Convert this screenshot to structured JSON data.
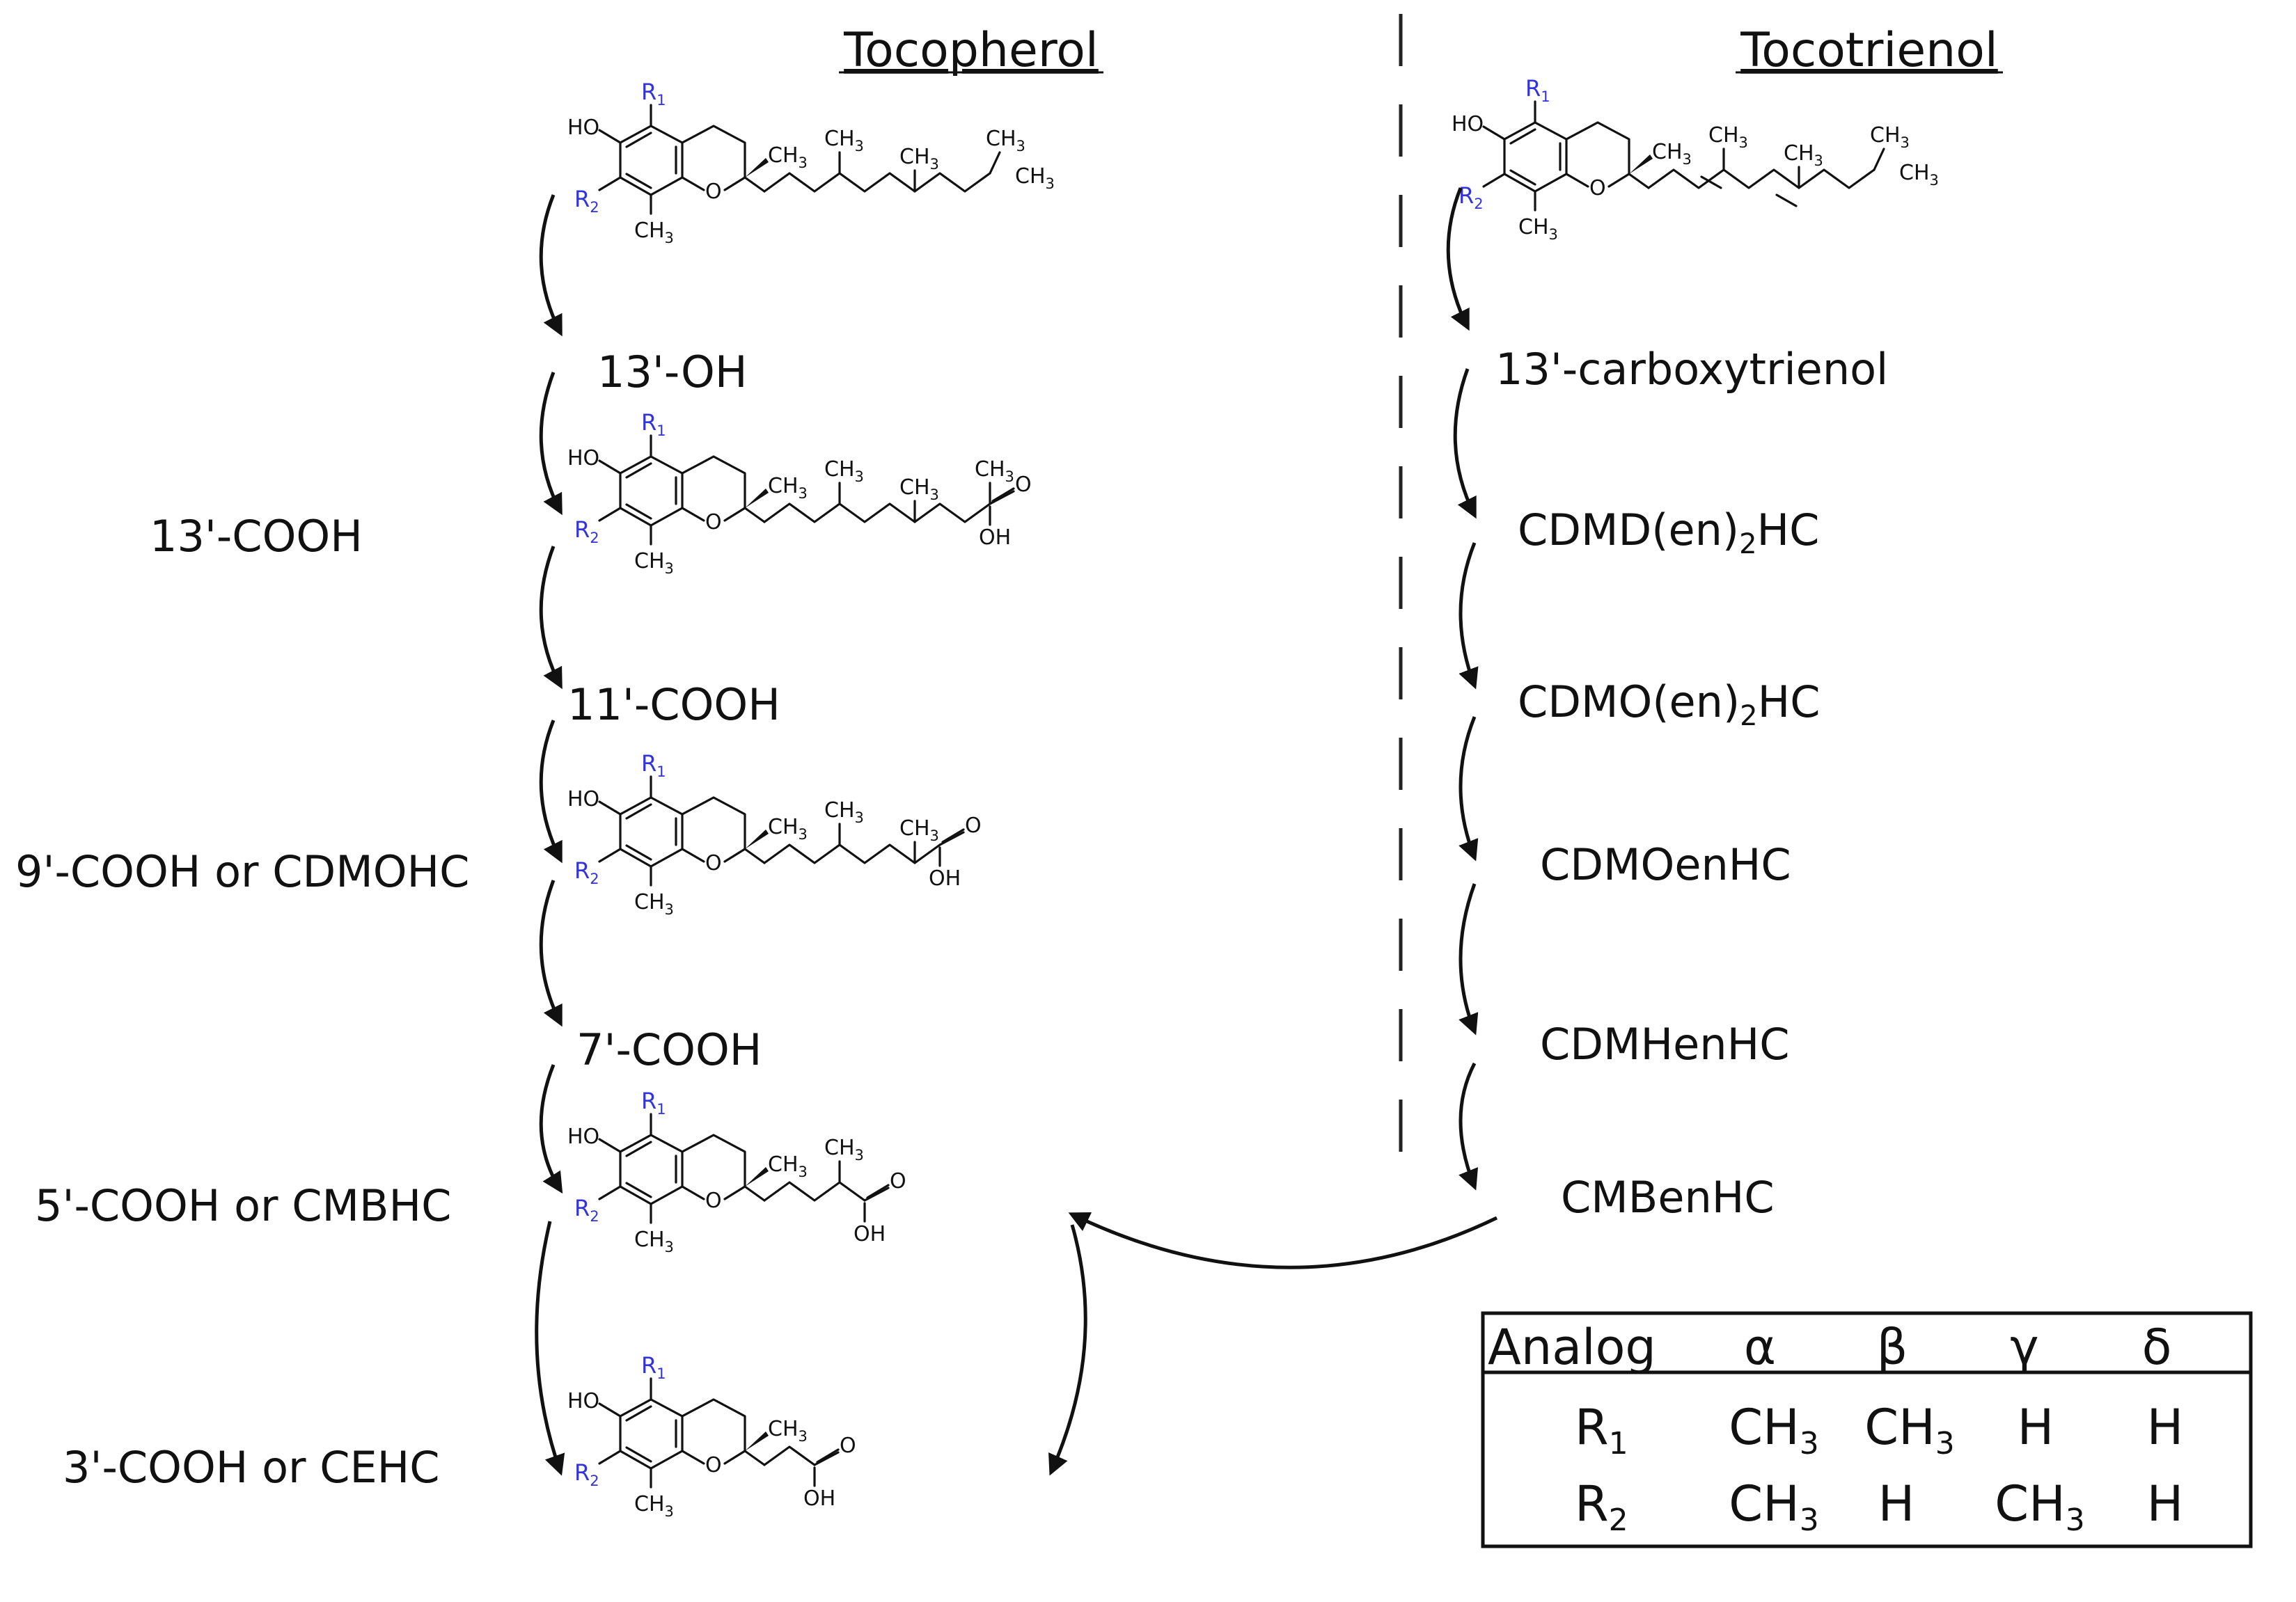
{
  "headers": {
    "left": "Tocopherol",
    "right": "Tocotrienol"
  },
  "molecule_labels": {
    "ho": "HO",
    "r1": "R",
    "r1_sub": "1",
    "r2": "R",
    "r2_sub": "2",
    "o": "O",
    "ch": "CH",
    "three": "3",
    "oh": "OH",
    "r_color": "#3333dd"
  },
  "tocopherol_metabolites": [
    "13'-OH",
    "13'-COOH",
    "11'-COOH",
    "9'-COOH or CDMOHC",
    "7'-COOH",
    "5'-COOH or CMBHC",
    "3'-COOH or CEHC"
  ],
  "tocotrienol_metabolites": [
    {
      "text": "13'-carboxytrienol"
    },
    {
      "text": "CDMD(en)",
      "sub": "2",
      "tail": "HC"
    },
    {
      "text": "CDMO(en)",
      "sub": "2",
      "tail": "HC"
    },
    {
      "text": "CDMOenHC"
    },
    {
      "text": "CDMHenHC"
    },
    {
      "text": "CMBenHC"
    }
  ],
  "analog_table": {
    "header": [
      "Analog",
      "α",
      "β",
      "γ",
      "δ"
    ],
    "rows": [
      {
        "label": "R",
        "label_sub": "1",
        "cells": [
          {
            "t": "CH",
            "s": "3"
          },
          {
            "t": "CH",
            "s": "3"
          },
          {
            "t": "H",
            "s": ""
          },
          {
            "t": "H",
            "s": ""
          }
        ]
      },
      {
        "label": "R",
        "label_sub": "2",
        "cells": [
          {
            "t": "CH",
            "s": "3"
          },
          {
            "t": "H",
            "s": ""
          },
          {
            "t": "CH",
            "s": "3"
          },
          {
            "t": "H",
            "s": ""
          }
        ]
      }
    ]
  }
}
